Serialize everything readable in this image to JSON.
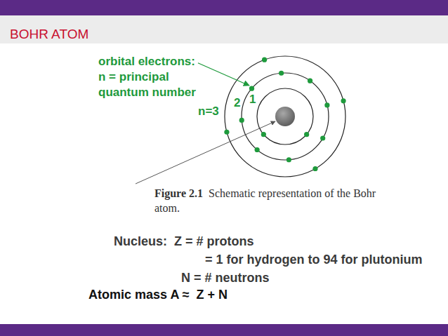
{
  "diagram": {
    "title": "BOHR ATOM",
    "labels": [
      "orbital electrons:",
      "n = principal",
      "quantum number",
      "n=3",
      "2",
      "1",
      "Figure 2.1",
      "Schematic representation of the Bohr atom.",
      "Nucleus:  Z = # protons",
      "= 1 for hydrogen to 94 for plutonium",
      "N = # neutrons",
      "Atomic mass A ≈  Z + N"
    ]
  }
}
